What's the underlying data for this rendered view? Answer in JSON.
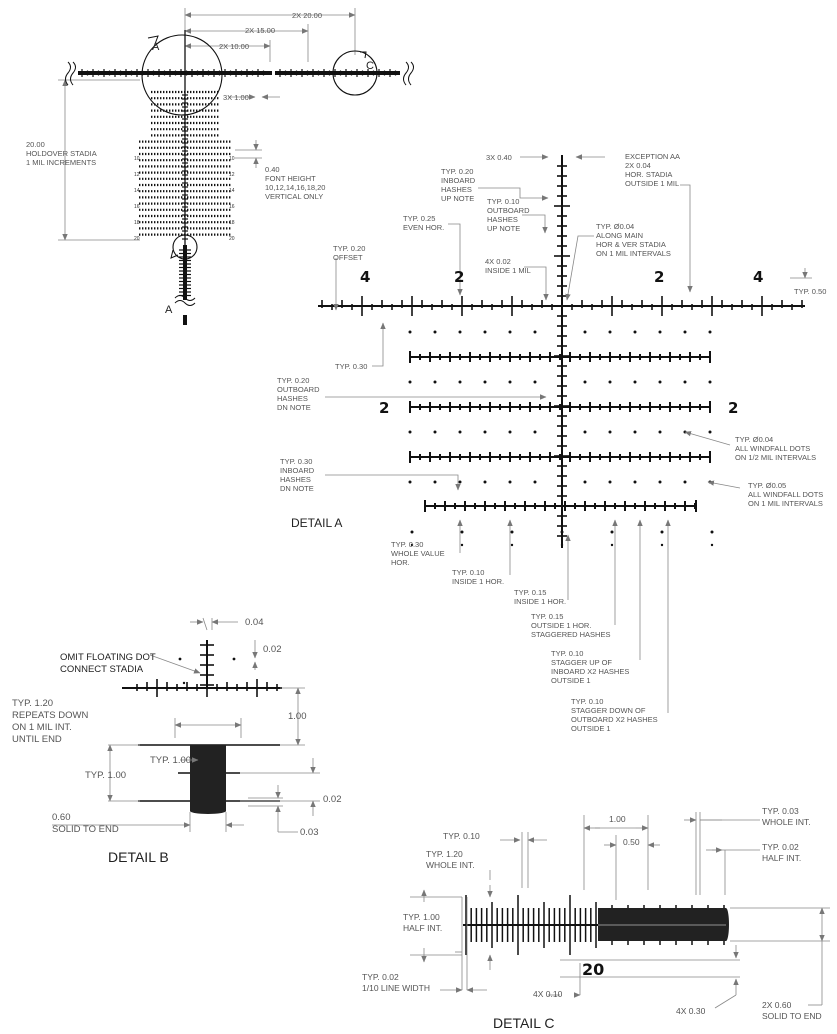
{
  "top": {
    "dims": [
      "2X 20.00",
      "2X 15.00",
      "2X 10.00",
      "3X 1.00"
    ],
    "holdover": [
      "20.00",
      "HOLDOVER STADIA",
      "1 MIL INCREMENTS"
    ],
    "font_height": [
      "0.40",
      "FONT HEIGHT",
      "10,12,14,16,18,20",
      "VERTICAL ONLY"
    ],
    "detail_a_letter": "A",
    "detail_c_letter": "C",
    "left_numbers": [
      "10",
      "12",
      "14",
      "16",
      "18",
      "20"
    ],
    "right_numbers": [
      "10",
      "12",
      "14",
      "16",
      "18",
      "20"
    ]
  },
  "detail_a": {
    "title": "DETAIL A",
    "numerals": [
      "4",
      "2",
      "2",
      "4",
      "2",
      "2"
    ],
    "notes": {
      "n3x040": "3X 0.40",
      "inboard_up": [
        "TYP. 0.20",
        "INBOARD",
        "HASHES",
        "UP NOTE"
      ],
      "outboard_up": [
        "TYP. 0.10",
        "OUTBOARD",
        "HASHES",
        "UP NOTE"
      ],
      "exception": [
        "EXCEPTION AA",
        "2X 0.04",
        "HOR. STADIA",
        "OUTSIDE 1 MIL"
      ],
      "even_hor": [
        "TYP. 0.25",
        "EVEN HOR."
      ],
      "along_main": [
        "TYP. Ø0.04",
        "ALONG MAIN",
        "HOR & VER STADIA",
        "ON 1 MIL INTERVALS"
      ],
      "offset": [
        "TYP. 0.20",
        "OFFSET"
      ],
      "inside_mil": [
        "4X 0.02",
        "INSIDE 1 MIL"
      ],
      "typ050": "TYP. 0.50",
      "typ030": "TYP. 0.30",
      "outboard_dn": [
        "TYP. 0.20",
        "OUTBOARD",
        "HASHES",
        "DN NOTE"
      ],
      "windfall_half": [
        "TYP. Ø0.04",
        "ALL WINDFALL DOTS",
        "ON 1/2 MIL INTERVALS"
      ],
      "inboard_dn": [
        "TYP. 0.30",
        "INBOARD",
        "HASHES",
        "DN NOTE"
      ],
      "windfall_one": [
        "TYP. Ø0.05",
        "ALL WINDFALL DOTS",
        "ON 1 MIL INTERVALS"
      ],
      "whole_value": [
        "TYP. 0.30",
        "WHOLE VALUE",
        "HOR."
      ],
      "inside_1hor": [
        "TYP. 0.10",
        "INSIDE 1 HOR."
      ],
      "inside_1hor_b": [
        "TYP. 0.15",
        "INSIDE 1 HOR."
      ],
      "outside_1hor": [
        "TYP. 0.15",
        "OUTSIDE 1 HOR.",
        "STAGGERED HASHES"
      ],
      "stagger_up": [
        "TYP. 0.10",
        "STAGGER UP OF",
        "INBOARD X2 HASHES",
        "OUTSIDE 1"
      ],
      "stagger_down": [
        "TYP. 0.10",
        "STAGGER DOWN OF",
        "OUTBOARD X2 HASHES",
        "OUTSIDE 1"
      ]
    }
  },
  "detail_b": {
    "title": "DETAIL B",
    "omit": [
      "OMIT FLOATING DOT",
      "CONNECT STADIA"
    ],
    "d004": "0.04",
    "d002a": "0.02",
    "typ120": [
      "TYP. 1.20",
      "REPEATS DOWN",
      "ON 1 MIL INT.",
      "UNTIL END"
    ],
    "d100": "1.00",
    "typ100a": "TYP. 1.00",
    "typ100b": "TYP. 1.00",
    "d002b": "0.02",
    "solid": [
      "0.60",
      "SOLID TO END"
    ],
    "d003": "0.03"
  },
  "detail_c": {
    "title": "DETAIL C",
    "d100": "1.00",
    "typ003": [
      "TYP. 0.03",
      "WHOLE INT."
    ],
    "typ010": "TYP. 0.10",
    "d050": "0.50",
    "typ002h": [
      "TYP. 0.02",
      "HALF INT."
    ],
    "typ120": [
      "TYP. 1.20",
      "WHOLE INT."
    ],
    "typ100": [
      "TYP. 1.00",
      "HALF INT."
    ],
    "numeral": "20",
    "typ002l": [
      "TYP. 0.02",
      "1/10 LINE WIDTH"
    ],
    "x010": "4X 0.10",
    "x030": "4X 0.30",
    "solid": [
      "2X 0.60",
      "SOLID TO END"
    ]
  }
}
